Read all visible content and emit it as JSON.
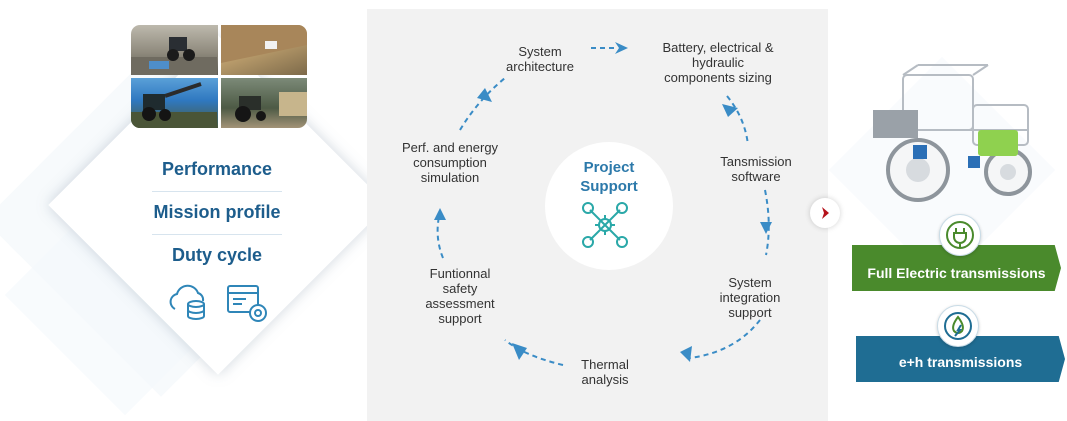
{
  "left_panel": {
    "criteria": [
      "Performance",
      "Mission profile",
      "Duty cycle"
    ],
    "icons": [
      "cloud-database-icon",
      "monitor-settings-icon"
    ]
  },
  "center": {
    "hub_title": "Project Support",
    "hub_icon": "wrench-gear-icon",
    "steps": {
      "system_architecture": [
        "System",
        "architecture"
      ],
      "battery_sizing": [
        "Battery, electrical &",
        "hydraulic",
        "components sizing"
      ],
      "transmission_software": [
        "Tansmission",
        "software"
      ],
      "system_integration": [
        "System",
        "integration",
        "support"
      ],
      "thermal_analysis": [
        "Thermal",
        "analysis"
      ],
      "functional_safety": [
        "Funtionnal",
        "safety",
        "assessment",
        "support"
      ],
      "perf_energy": [
        "Perf. and energy",
        "consumption",
        "simulation"
      ]
    }
  },
  "right_panel": {
    "transmissions": [
      {
        "label": "Full Electric transmissions",
        "color": "#4a8a2c",
        "icon": "electric-plug-icon"
      },
      {
        "label": "e+h transmissions",
        "color": "#1f6d93",
        "icon": "hybrid-drop-icon"
      }
    ]
  },
  "colors": {
    "accent_blue": "#1d5d8c",
    "arrow_blue": "#3a8cc6",
    "chevron_red": "#b5121b"
  }
}
